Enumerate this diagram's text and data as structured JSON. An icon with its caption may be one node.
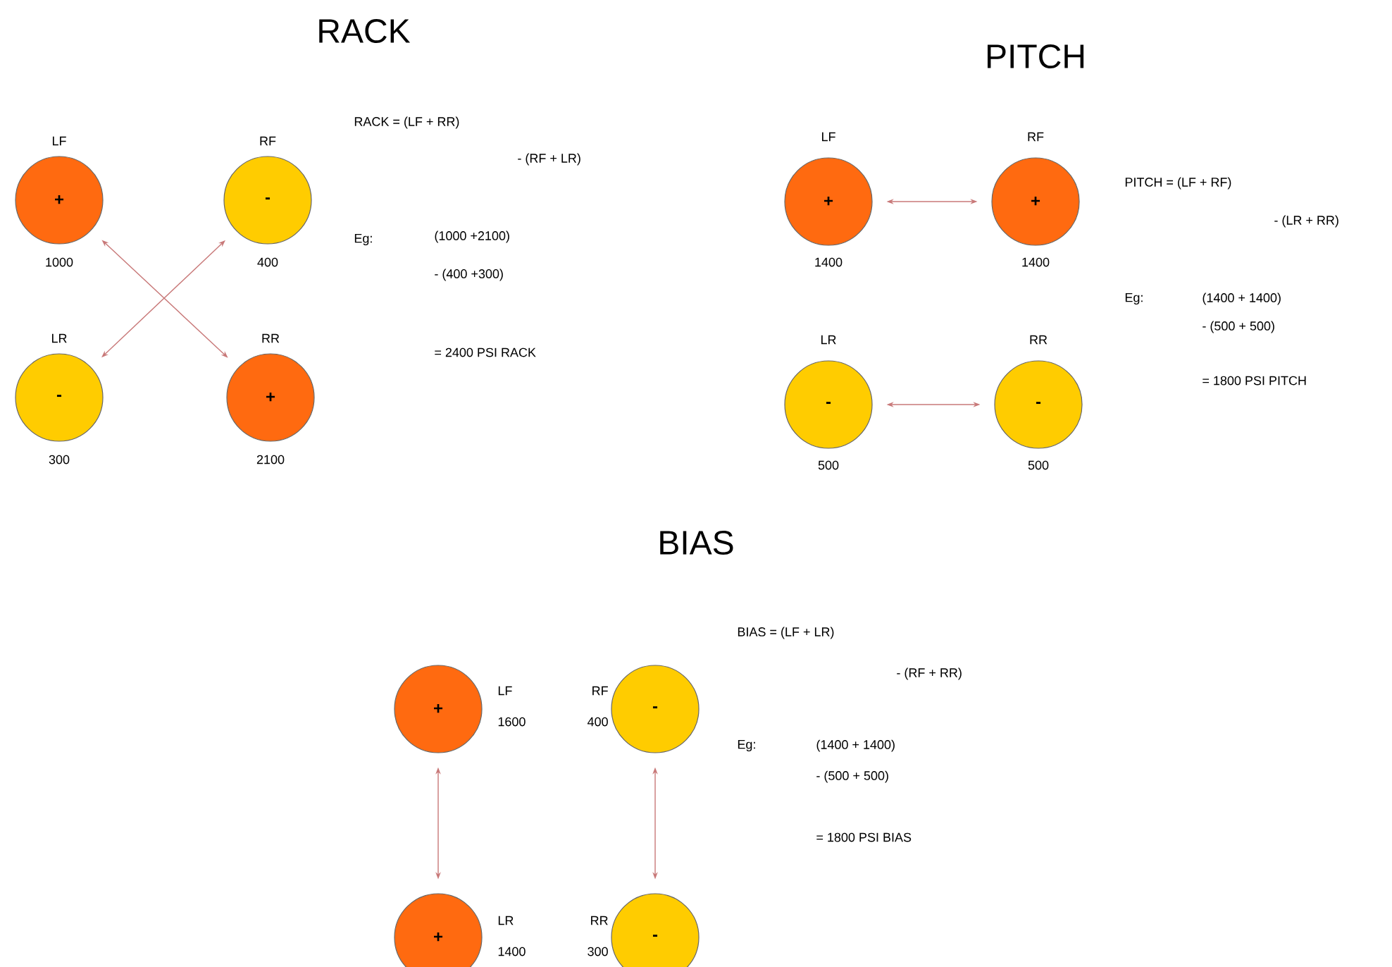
{
  "diagram": {
    "nodes": [
      {
        "text": [
          "LF",
          "+"
        ],
        "beside": [
          "1000"
        ]
      },
      {
        "text": [
          "RF",
          "-"
        ],
        "beside": [
          "400"
        ]
      },
      {
        "text": [
          "LR",
          "-"
        ],
        "beside": [
          "300"
        ]
      },
      {
        "text": [
          "RR",
          "+"
        ],
        "beside": [
          "2100"
        ]
      },
      {
        "text": [
          "LF",
          "+"
        ],
        "beside": [
          "1400"
        ]
      },
      {
        "text": [
          "RF",
          "+"
        ],
        "beside": [
          "1400"
        ]
      },
      {
        "text": [
          "LR",
          "-"
        ],
        "beside": [
          "500"
        ]
      },
      {
        "text": [
          "RR",
          "-"
        ],
        "beside": [
          "500"
        ]
      },
      {
        "text": [
          "LF",
          "+"
        ],
        "beside": [
          "1600"
        ]
      },
      {
        "text": [
          "RF",
          "-"
        ],
        "beside": [
          "400"
        ]
      },
      {
        "text": [
          "LR",
          "+"
        ],
        "beside": [
          "1400"
        ]
      },
      {
        "text": [
          "RR",
          "-"
        ],
        "beside": [
          "300"
        ]
      }
    ],
    "edges": [
      {
        "from": 0,
        "to": 3,
        "arrow": "both"
      },
      {
        "from": 1,
        "to": 2,
        "arrow": "both"
      },
      {
        "from": 4,
        "to": 5,
        "arrow": "both"
      },
      {
        "from": 6,
        "to": 7,
        "arrow": "both"
      },
      {
        "from": 8,
        "to": 10,
        "arrow": "both"
      },
      {
        "from": 9,
        "to": 11,
        "arrow": "both"
      }
    ],
    "labels": [
      "RACK",
      "RACK = (LF + RR)",
      "- (RF + LR)",
      "Eg:",
      "(1000 +2100)",
      "- (400 +300)",
      "= 2400 PSI RACK",
      "PITCH",
      "PITCH = (LF + RF)",
      "- (LR + RR)",
      "Eg:",
      "(1400 + 1400)",
      "- (500 + 500)",
      "= 1800 PSI PITCH",
      "BIAS",
      "BIAS = (LF + LR)",
      "- (RF + RR)",
      "Eg:",
      "(1400 + 1400)",
      "- (500 + 500)",
      "= 1800 PSI BIAS"
    ]
  }
}
